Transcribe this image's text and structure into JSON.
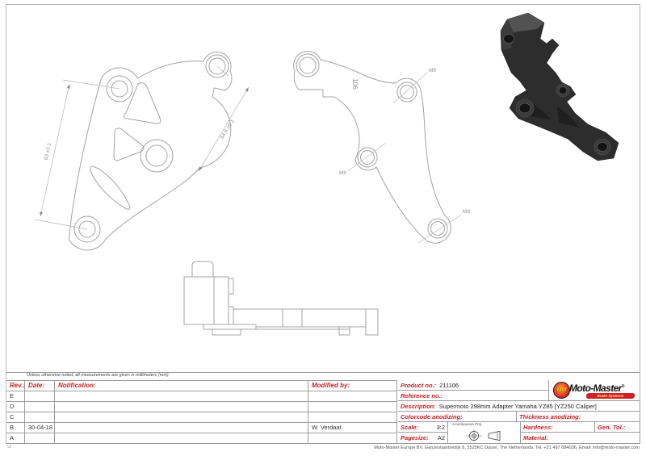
{
  "sheet": {
    "note": "Unless otherwise noted, all measurements are given in millimeters (mm)",
    "version_mark": "v2",
    "footer": "Moto-Master Europe BV, Ganzestaartsedijk 8, 5525KC Duizel, The Netherlands. Tel. +31 497 684036. Email: info@moto-master.com"
  },
  "drawing": {
    "front_view": {
      "dim_height": "83 ±0.1",
      "dim_diagonal": "64.6 ±0.1"
    },
    "back_view": {
      "part_marking": "106",
      "hole_top": "M8",
      "hole_mid": "M8",
      "hole_bottom": "M8"
    }
  },
  "revision_table": {
    "headers": {
      "rev": "Rev.:",
      "date": "Date:",
      "notification": "Notification:",
      "modified_by": "Modified by:"
    },
    "rows": [
      {
        "rev": "E",
        "date": "",
        "notification": "",
        "modified_by": ""
      },
      {
        "rev": "D",
        "date": "",
        "notification": "",
        "modified_by": ""
      },
      {
        "rev": "C",
        "date": "",
        "notification": "",
        "modified_by": ""
      },
      {
        "rev": "B",
        "date": "30-04-18",
        "notification": "",
        "modified_by": "W. Verdaat"
      },
      {
        "rev": "A",
        "date": "",
        "notification": "",
        "modified_by": ""
      }
    ]
  },
  "title_block": {
    "product_no": {
      "label": "Product no.:",
      "value": "211106"
    },
    "reference_no": {
      "label": "Reference no.:",
      "value": ""
    },
    "description": {
      "label": "Description:",
      "value": "Supermoto 298mm Adapter Yamaha YZ85 [YZ250 Caliper]"
    },
    "colorcode_anodizing": {
      "label": "Colorcode anodizing:",
      "value": ""
    },
    "thickness_anodizing": {
      "label": "Thickness anodizing:",
      "value": ""
    },
    "scale": {
      "label": "Scale:",
      "value": "3:2"
    },
    "pagesize": {
      "label": "Pagesize:",
      "value": "A2"
    },
    "projection": {
      "label": "Amerikaanse Proj."
    },
    "hardness": {
      "label": "Hardness:",
      "value": ""
    },
    "gen_tol": {
      "label": "Gen. Tol.:",
      "value": ""
    },
    "material": {
      "label": "Material:",
      "value": ""
    }
  },
  "logo": {
    "brand": "Moto-Master",
    "registered": "®",
    "tagline": "Brake Systems",
    "emblem_initials": "MM"
  },
  "colors": {
    "accent_red": "#cf2027",
    "line_gray": "#a8a8a8",
    "logo_yellow": "#ffd100"
  }
}
